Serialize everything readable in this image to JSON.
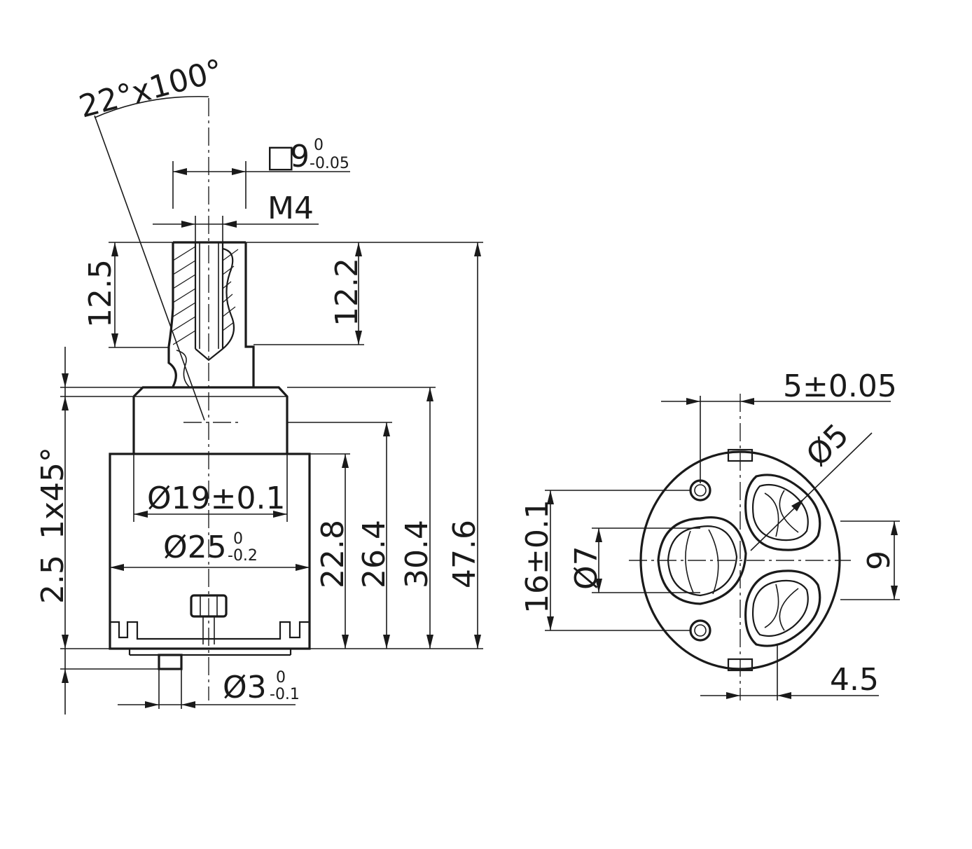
{
  "side_view": {
    "angle_label": "22°x100°",
    "square_symbol": "□",
    "square_value": "9",
    "square_tol_upper": "0",
    "square_tol_lower": "-0.05",
    "thread_label": "M4",
    "stem_left": "12.5",
    "stem_right": "12.2",
    "chamfer_label": "1x45°",
    "base_offset": "2.5",
    "dia19": "Ø19±0.1",
    "dia25": "Ø25",
    "dia25_tol_upper": "0",
    "dia25_tol_lower": "-0.2",
    "h228": "22.8",
    "h264": "26.4",
    "h304": "30.4",
    "h476": "47.6",
    "dia3": "Ø3",
    "dia3_tol_upper": "0",
    "dia3_tol_lower": "-0.1"
  },
  "bottom_view": {
    "offset_top": "5±0.05",
    "dia5": "Ø5",
    "dia7": "Ø7",
    "spacing16": "16±0.1",
    "spacing9": "9",
    "offset_bottom": "4.5"
  }
}
